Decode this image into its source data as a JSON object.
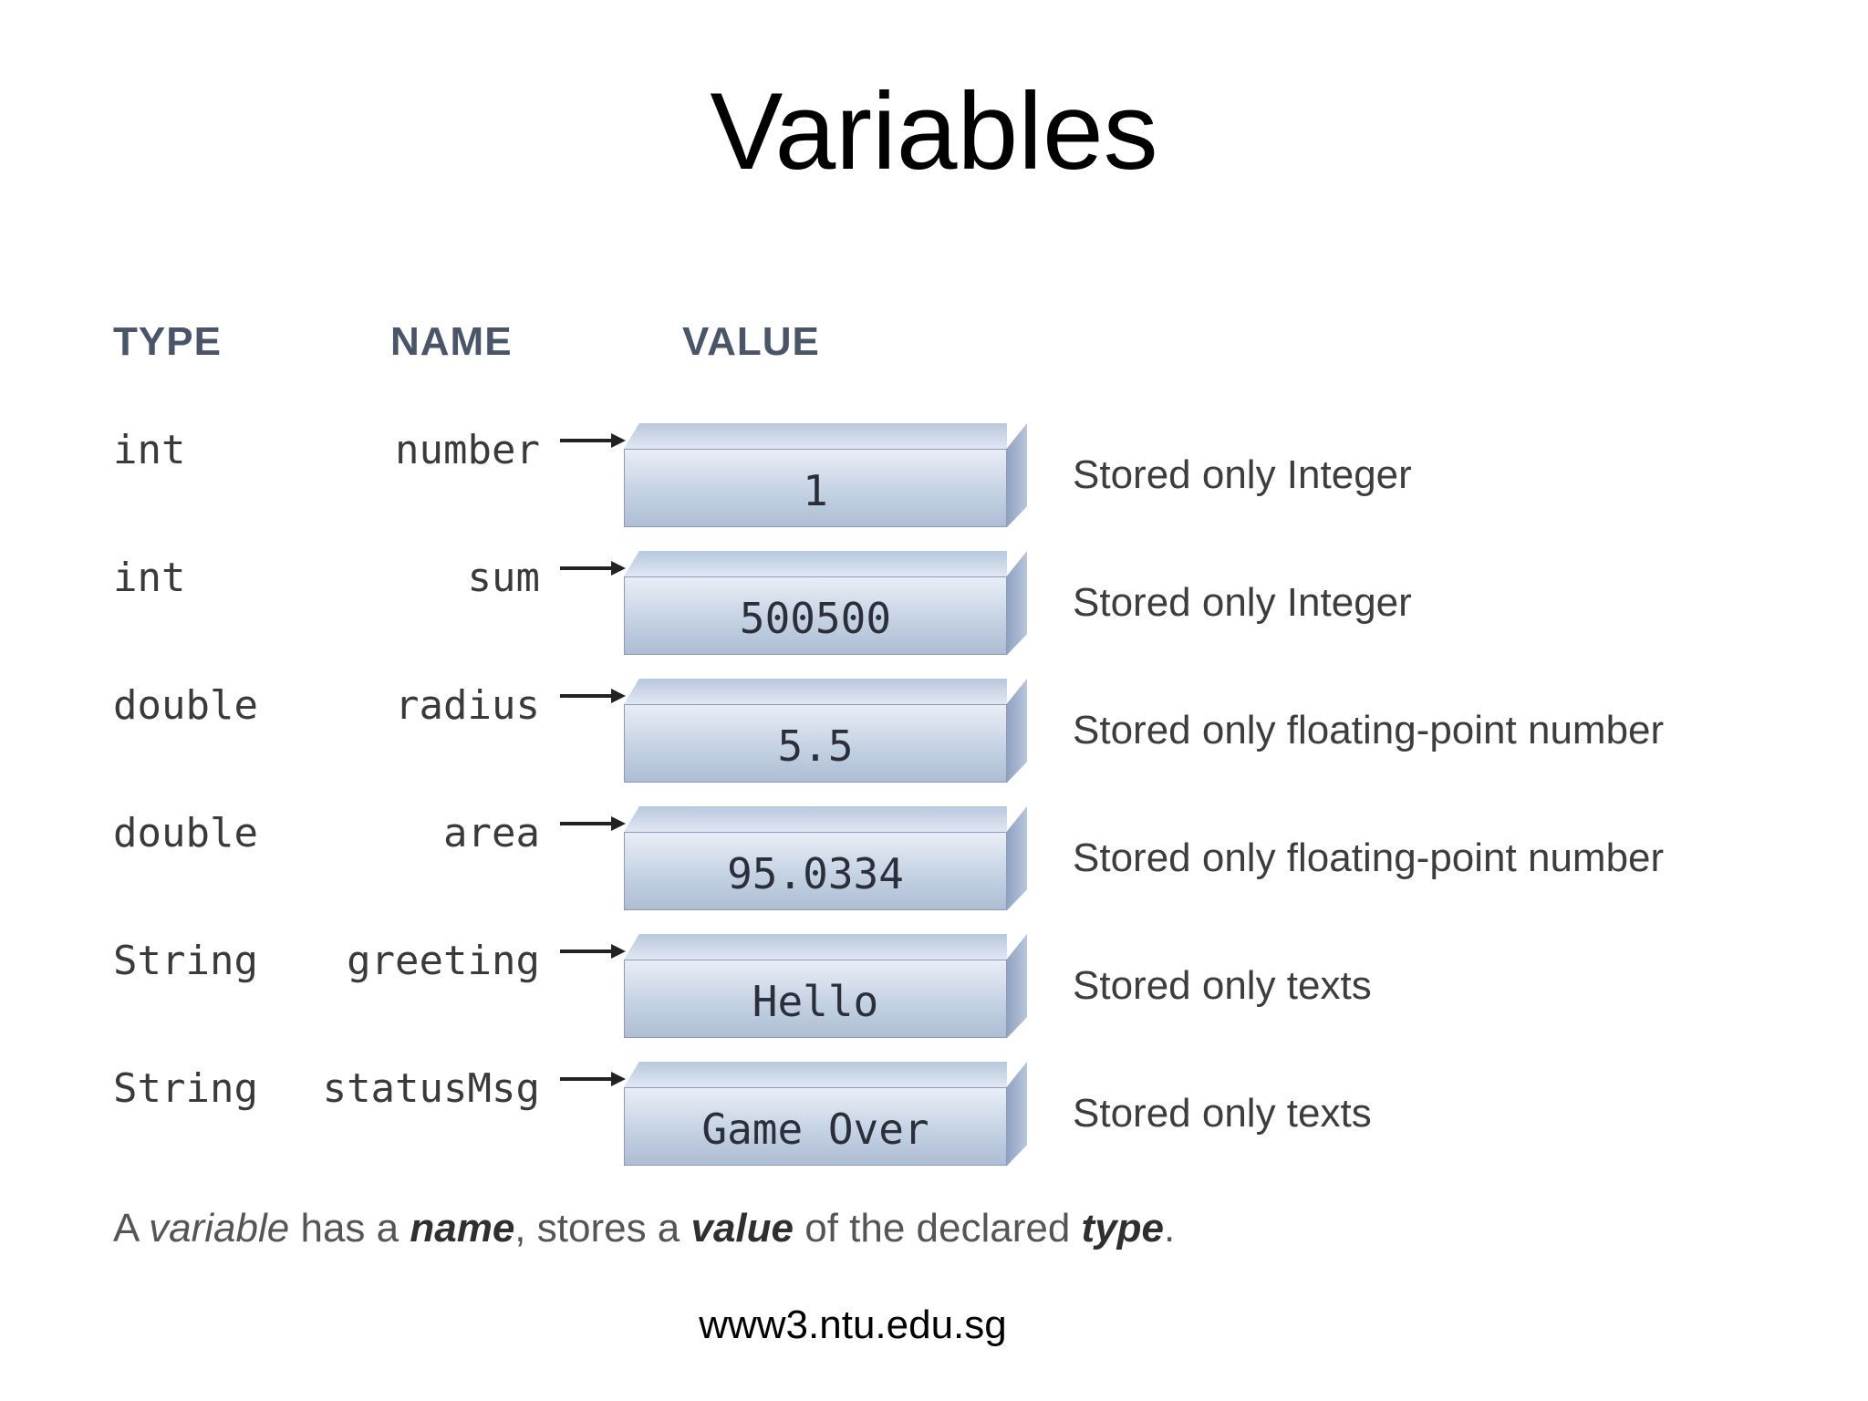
{
  "title": "Variables",
  "headers": {
    "type": "TYPE",
    "name": "NAME",
    "value": "VALUE"
  },
  "rows": [
    {
      "type": "int",
      "name": "number",
      "value": "1",
      "note": "Stored only Integer"
    },
    {
      "type": "int",
      "name": "sum",
      "value": "500500",
      "note": "Stored only Integer"
    },
    {
      "type": "double",
      "name": "radius",
      "value": "5.5",
      "note": "Stored only floating-point number"
    },
    {
      "type": "double",
      "name": "area",
      "value": "95.0334",
      "note": "Stored only floating-point number"
    },
    {
      "type": "String",
      "name": "greeting",
      "value": "Hello",
      "note": "Stored only texts"
    },
    {
      "type": "String",
      "name": "statusMsg",
      "value": "Game Over",
      "note": "Stored only texts"
    }
  ],
  "caption": {
    "p1": "A ",
    "w_variable": "variable",
    "p2": " has a ",
    "w_name": "name",
    "p3": ", stores a ",
    "w_value": "value",
    "p4": " of the declared ",
    "w_type": "type",
    "p5": "."
  },
  "source": "www3.ntu.edu.sg",
  "colors": {
    "box_light": "#e9eef6",
    "box_dark": "#aebdd4",
    "header_text": "#4a5668"
  }
}
